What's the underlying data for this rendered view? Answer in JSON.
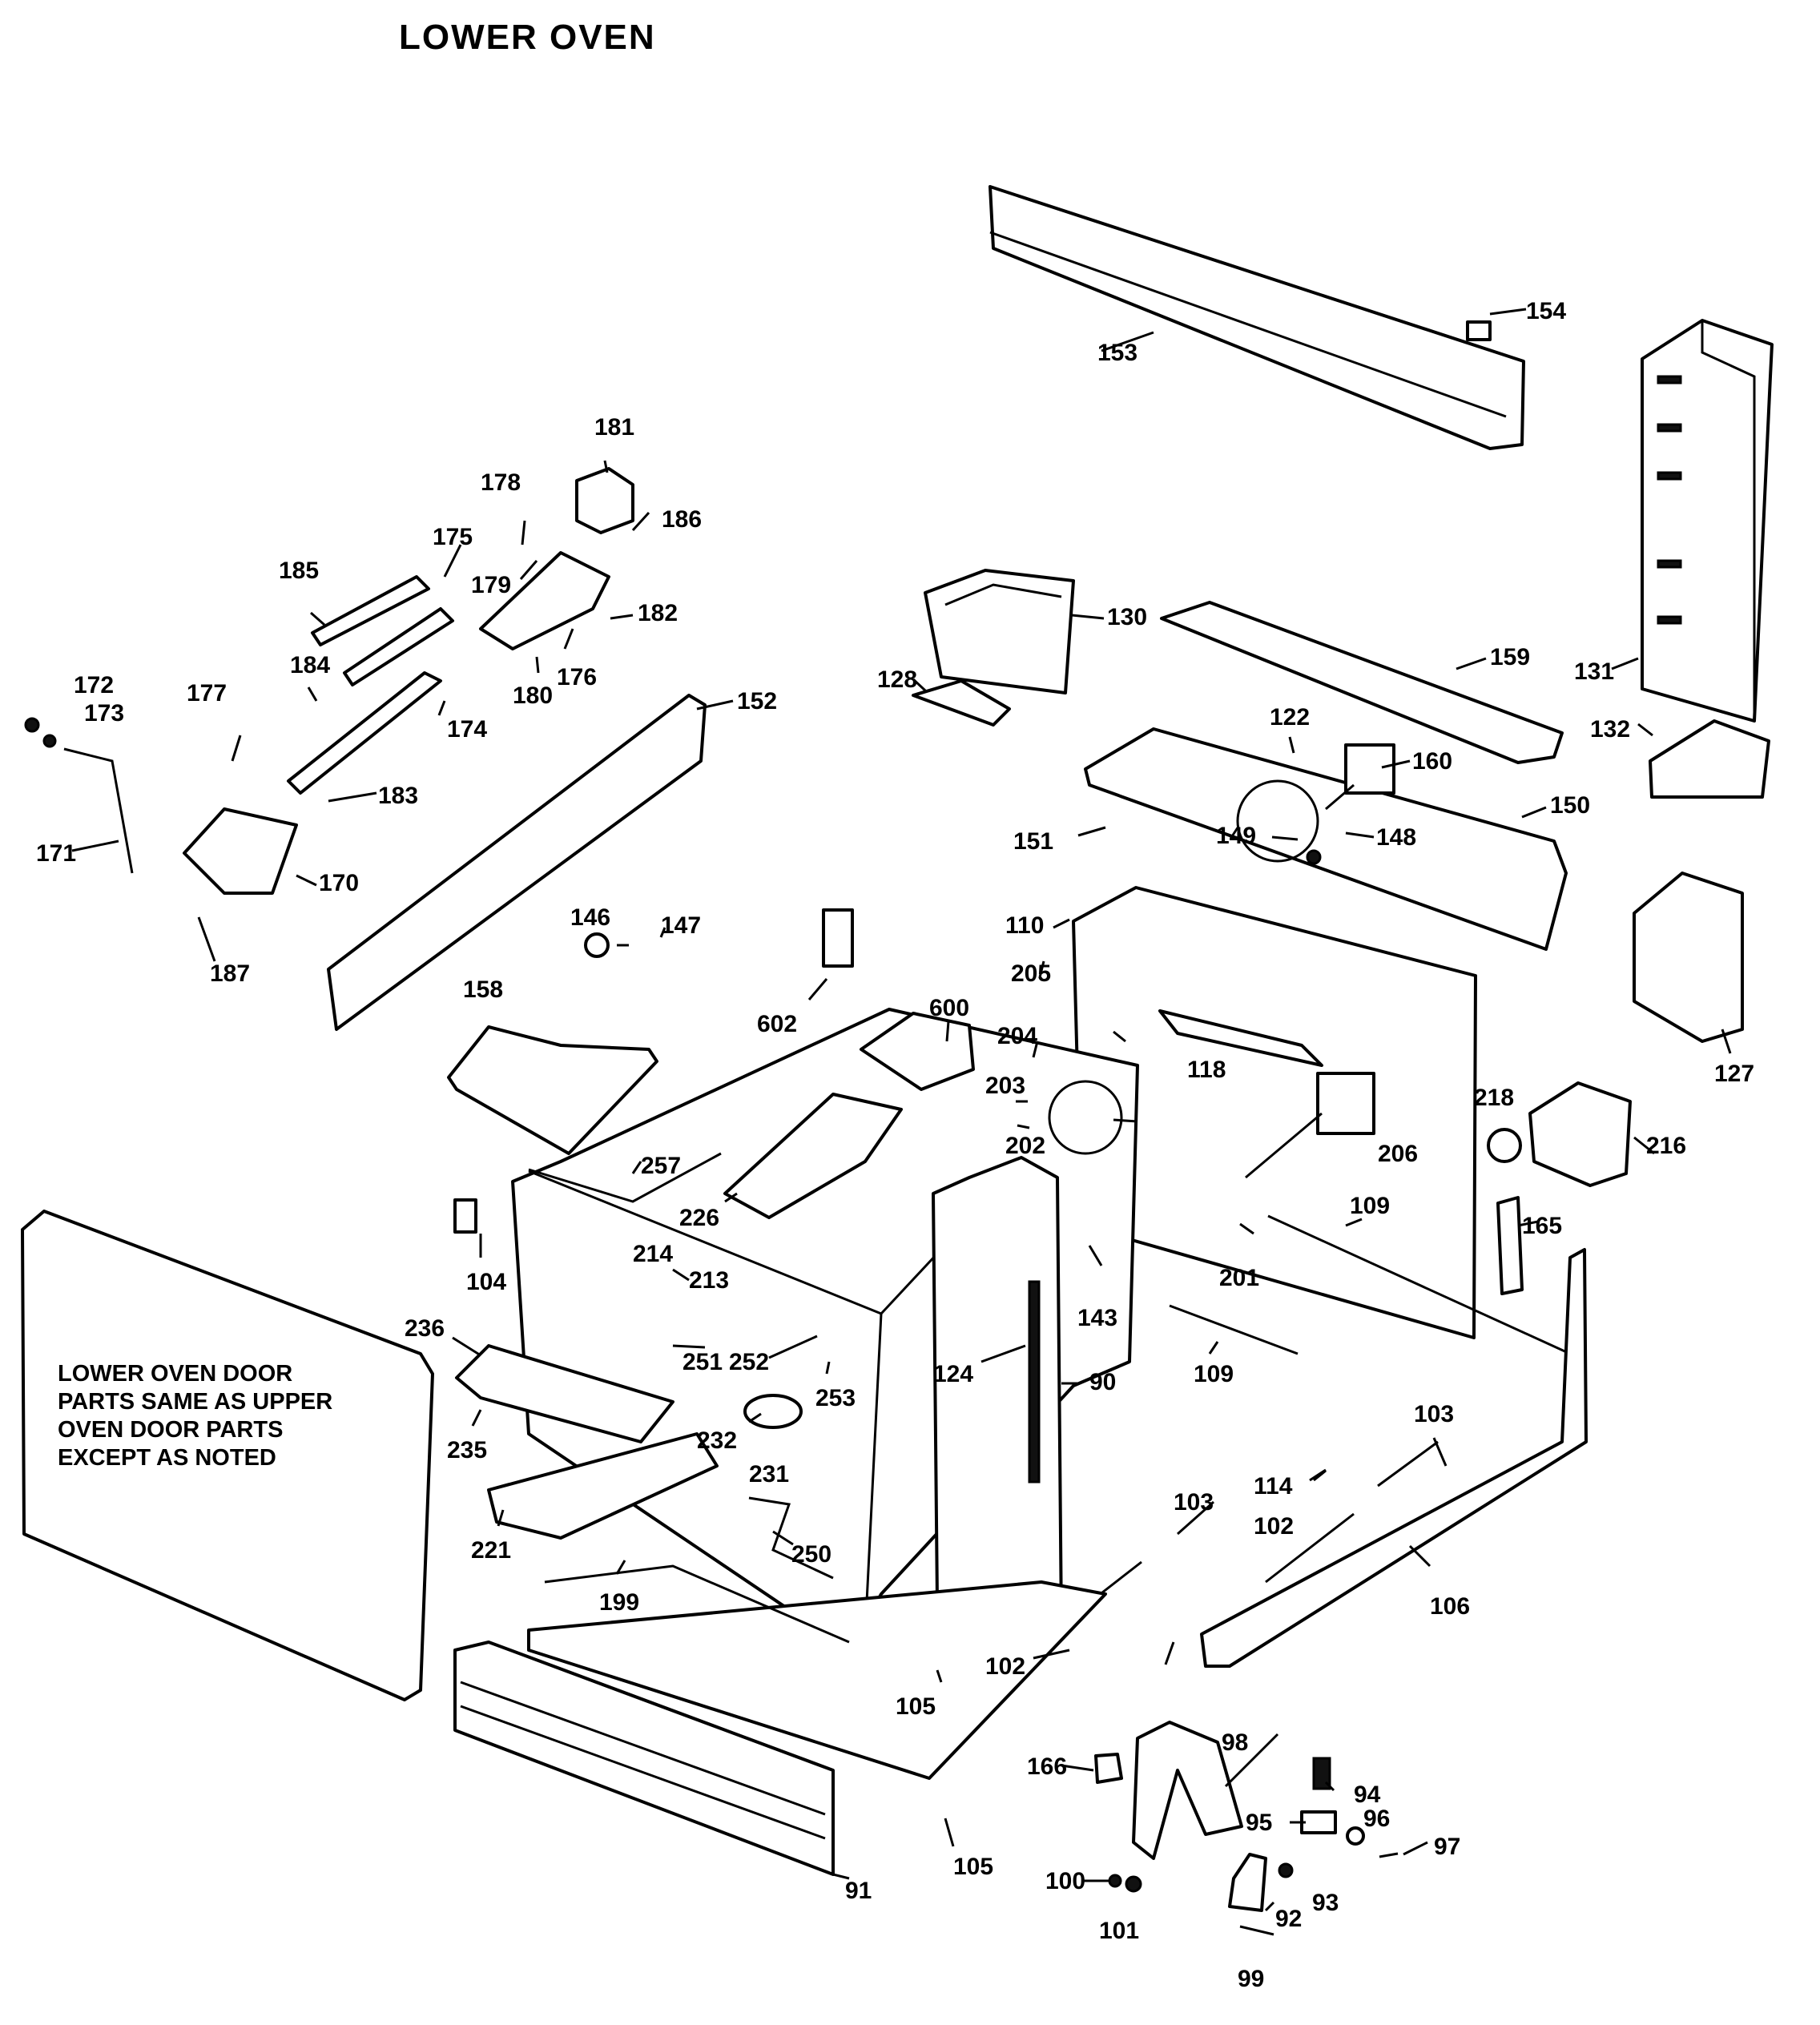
{
  "title": "LOWER OVEN",
  "note_lines": [
    "LOWER OVEN DOOR",
    "PARTS SAME AS UPPER",
    "OVEN DOOR PARTS",
    "EXCEPT AS NOTED"
  ],
  "labels": {
    "l90": "90",
    "l91": "91",
    "l92": "92",
    "l93": "93",
    "l94": "94",
    "l95": "95",
    "l96": "96",
    "l97": "97",
    "l98": "98",
    "l99": "99",
    "l100": "100",
    "l101": "101",
    "l102a": "102",
    "l102b": "102",
    "l103a": "103",
    "l103b": "103",
    "l104": "104",
    "l105a": "105",
    "l105b": "105",
    "l106": "106",
    "l109a": "109",
    "l109b": "109",
    "l110": "110",
    "l114": "114",
    "l118": "118",
    "l122": "122",
    "l124": "124",
    "l127": "127",
    "l128": "128",
    "l130": "130",
    "l131": "131",
    "l132": "132",
    "l143": "143",
    "l146": "146",
    "l147": "147",
    "l148": "148",
    "l149": "149",
    "l150": "150",
    "l151": "151",
    "l152": "152",
    "l153": "153",
    "l154": "154",
    "l158": "158",
    "l159": "159",
    "l160": "160",
    "l165": "165",
    "l166": "166",
    "l170": "170",
    "l171": "171",
    "l172": "172",
    "l173": "173",
    "l174": "174",
    "l175": "175",
    "l176": "176",
    "l177": "177",
    "l178": "178",
    "l179": "179",
    "l180": "180",
    "l181": "181",
    "l182": "182",
    "l183": "183",
    "l184": "184",
    "l185": "185",
    "l186": "186",
    "l187": "187",
    "l199": "199",
    "l201": "201",
    "l202": "202",
    "l203": "203",
    "l204": "204",
    "l205": "205",
    "l206": "206",
    "l213": "213",
    "l214": "214",
    "l216": "216",
    "l218": "218",
    "l221": "221",
    "l226": "226",
    "l231": "231",
    "l232": "232",
    "l235": "235",
    "l236": "236",
    "l250": "250",
    "l251": "251",
    "l252": "252",
    "l253": "253",
    "l257": "257",
    "l600": "600",
    "l602": "602"
  }
}
